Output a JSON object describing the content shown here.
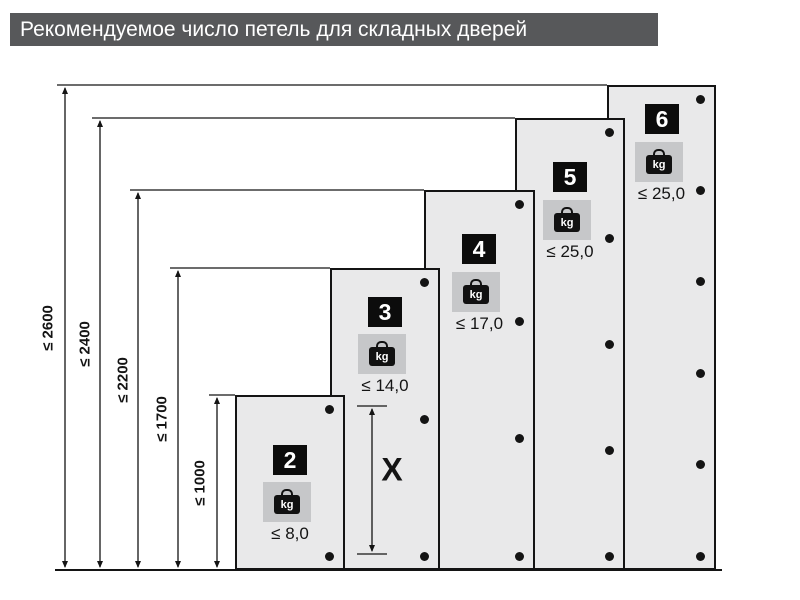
{
  "title": "Рекомендуемое число петель для складных дверей",
  "x_dimension_label": "X",
  "kg_icon_label": "kg",
  "panels": [
    {
      "number": "2",
      "hinges": 2,
      "weight_limit": "≤ 8,0",
      "max_height": "≤ 1000"
    },
    {
      "number": "3",
      "hinges": 3,
      "weight_limit": "≤ 14,0",
      "max_height": "≤ 1700"
    },
    {
      "number": "4",
      "hinges": 4,
      "weight_limit": "≤ 17,0",
      "max_height": "≤ 2200"
    },
    {
      "number": "5",
      "hinges": 5,
      "weight_limit": "≤ 25,0",
      "max_height": "≤ 2400"
    },
    {
      "number": "6",
      "hinges": 6,
      "weight_limit": "≤ 25,0",
      "max_height": "≤ 2600"
    }
  ],
  "colors": {
    "title_bar_bg": "#57585a",
    "title_text": "#ffffff",
    "panel_fill": "#e9e9ea",
    "panel_border": "#141414",
    "number_badge_bg": "#0c0c0c",
    "number_badge_text": "#ffffff",
    "kg_badge_bg": "#c6c7c9",
    "line_color": "#141414"
  }
}
